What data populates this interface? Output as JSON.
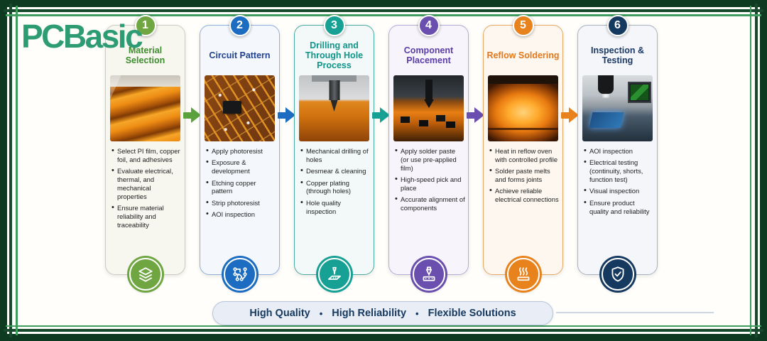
{
  "logo": {
    "text": "PCBasic",
    "color": "#2d9c74"
  },
  "steps": [
    {
      "number": "1",
      "title": "Material Selection",
      "accent": "#6fa641",
      "title_color": "#3e8d2f",
      "border": "#c9ccc2",
      "bg": "#f7f6ef",
      "icon": "layers-icon",
      "bullets": [
        "Select PI film, copper foil, and adhesives",
        "Evaluate electrical, thermal, and mechanical properties",
        "Ensure material reliability and traceability"
      ]
    },
    {
      "number": "2",
      "title": "Circuit Pattern",
      "accent": "#1c6dc1",
      "title_color": "#21418f",
      "border": "#8fb0d8",
      "bg": "#f4f8fc",
      "icon": "circuit-icon",
      "bullets": [
        "Apply photoresist",
        "Exposure & development",
        "Etching copper pattern",
        "Strip photoresist",
        "AOI inspection"
      ]
    },
    {
      "number": "3",
      "title": "Drilling and Through Hole Process",
      "accent": "#17a094",
      "title_color": "#0f958a",
      "border": "#4aaaa0",
      "bg": "#f2f9f8",
      "icon": "drill-icon",
      "bullets": [
        "Mechanical drilling of holes",
        "Desmear & cleaning",
        "Copper plating (through holes)",
        "Hole quality inspection"
      ]
    },
    {
      "number": "4",
      "title": "Component Placement",
      "accent": "#6a4fae",
      "title_color": "#5a3da6",
      "border": "#b4abd6",
      "bg": "#f7f5fb",
      "icon": "pick-place-icon",
      "bullets": [
        "Apply solder paste (or use pre-applied film)",
        "High-speed pick and place",
        "Accurate alignment of components"
      ]
    },
    {
      "number": "5",
      "title": "Reflow Soldering",
      "accent": "#e8821c",
      "title_color": "#e4781b",
      "border": "#e9a862",
      "bg": "#fdf7ef",
      "icon": "heat-icon",
      "bullets": [
        "Heat in reflow oven with controlled profile",
        "Solder paste melts and forms joints",
        "Achieve reliable electrical connections"
      ]
    },
    {
      "number": "6",
      "title": "Inspection & Testing",
      "accent": "#16395f",
      "title_color": "#1c3a66",
      "border": "#a8b2c0",
      "bg": "#f4f6f9",
      "icon": "shield-check-icon",
      "bullets": [
        "AOI inspection",
        "Electrical testing (continuity, shorts, function test)",
        "Visual inspection",
        "Ensure product quality and reliability"
      ]
    }
  ],
  "arrows": [
    {
      "color": "#5ba13d"
    },
    {
      "color": "#1c6dc1"
    },
    {
      "color": "#17a094"
    },
    {
      "color": "#6a4fae"
    },
    {
      "color": "#e8821c"
    }
  ],
  "footer": {
    "items": [
      "High Quality",
      "High Reliability",
      "Flexible Solutions"
    ],
    "separator": "•",
    "text_color": "#16395f",
    "bg": "#e9eef6"
  },
  "frame": {
    "outer": "#0d3a21",
    "dark_line": "#174a2c",
    "light_line": "#3f9d5f"
  }
}
